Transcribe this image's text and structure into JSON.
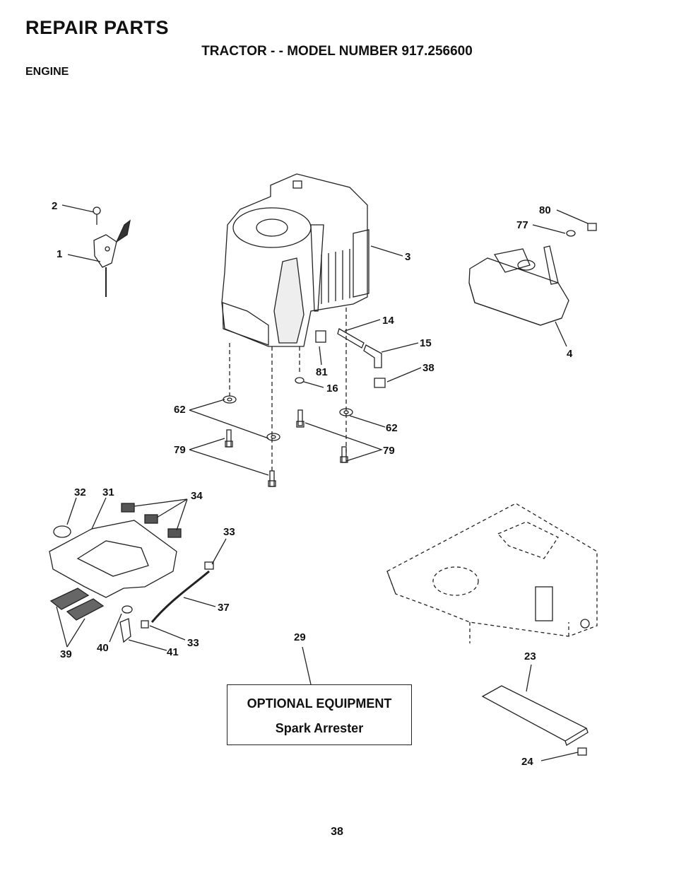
{
  "header": {
    "title": "REPAIR PARTS",
    "subtitle": "TRACTOR - - MODEL NUMBER 917.256600",
    "section": "ENGINE"
  },
  "callouts": {
    "c2": "2",
    "c1": "1",
    "c3": "3",
    "c80": "80",
    "c77": "77",
    "c4": "4",
    "c14": "14",
    "c15": "15",
    "c81": "81",
    "c38": "38",
    "c16": "16",
    "c62a": "62",
    "c62b": "62",
    "c79a": "79",
    "c79b": "79",
    "c32": "32",
    "c31": "31",
    "c34": "34",
    "c33a": "33",
    "c37": "37",
    "c39": "39",
    "c40": "40",
    "c41": "41",
    "c33b": "33",
    "c29": "29",
    "c23": "23",
    "c24": "24"
  },
  "optional_box": {
    "heading": "OPTIONAL EQUIPMENT",
    "item": "Spark Arrester"
  },
  "page_number": "38"
}
